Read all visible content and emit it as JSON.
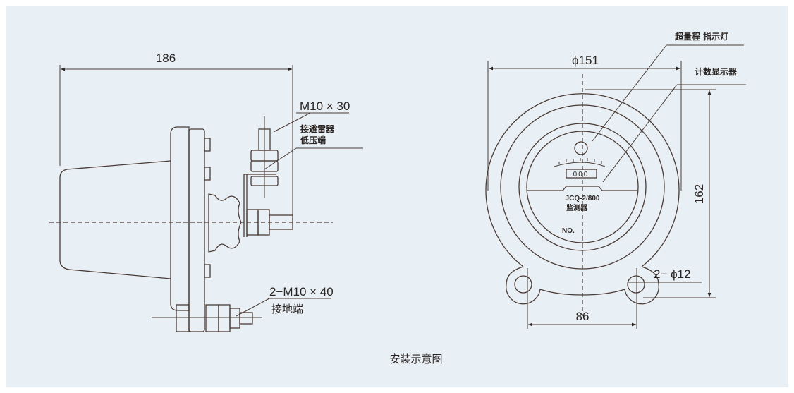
{
  "side_view": {
    "width_dim": "186",
    "top_bolt_spec": "M10 × 30",
    "top_label_line1": "接避雷器",
    "top_label_line2": "低压端",
    "ground_bolt_spec": "2−M10 × 40",
    "ground_label": "接地端"
  },
  "front_view": {
    "diameter_dim": "ϕ151",
    "height_dim": "162",
    "hole_spacing_dim": "86",
    "hole_spec": "2− ϕ12",
    "indicator_label": "超量程 指示灯",
    "counter_label": "计数显示器",
    "counter_value": "000",
    "model": "JCQ-2/800",
    "device_name": "监测器",
    "serial_label": "NO."
  },
  "caption": "安装示意图",
  "colors": {
    "background": "#e9f0f5",
    "line": "#4a3b36"
  }
}
